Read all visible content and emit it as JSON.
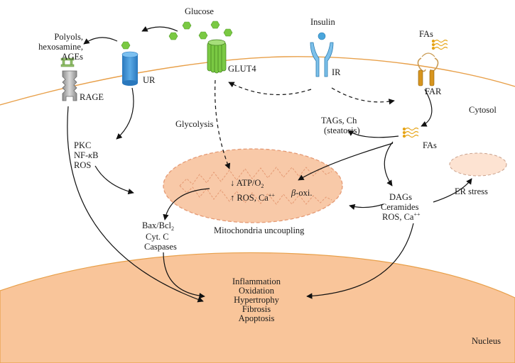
{
  "labels": {
    "glucose": "Glucose",
    "insulin": "Insulin",
    "fas_top": "FAs",
    "polyols": "Polyols,",
    "hexosamine": "hexosamine,",
    "ages": "AGEs",
    "rage": "RAGE",
    "ur": "UR",
    "glut4": "GLUT4",
    "ir": "IR",
    "far": "FAR",
    "cytosol": "Cytosol",
    "tags_ch": "TAGs, Ch",
    "steatosis": "(steatosis)",
    "fas_mid": "FAs",
    "glycolysis": "Glycolysis",
    "pkc": "PKC",
    "nfkb_prefix": "NF-",
    "nfkb_kappa": "κ",
    "nfkb_suffix": "B",
    "ros_left": "ROS",
    "atp": "ATP/O",
    "atp_sub": "2",
    "ros_ca": "ROS, Ca",
    "ros_ca_sup": "++",
    "beta_oxi_greek": "β",
    "beta_oxi": "-oxi.",
    "mito_uncoupling": "Mitochondria uncoupling",
    "er_stress": "ER stress",
    "dags": "DAGs",
    "ceramides": "Ceramides",
    "ros_ca_right": "ROS, Ca",
    "ros_ca_right_sup": "++",
    "bax": "Bax/Bcl",
    "bax_sub": "2",
    "cytc": "Cyt. C",
    "caspases": "Caspases",
    "nucleus": "Nucleus",
    "outcomes": [
      "Inflammation",
      "Oxidation",
      "Hypertrophy",
      "Fibrosis",
      "Apoptosis"
    ]
  },
  "colors": {
    "membrane": "#e8a04a",
    "nucleus": "#f9c59a",
    "mito_fill": "#f8c9a8",
    "mito_border": "#e59a74",
    "er_fill": "#fde3d2",
    "glucose": "#7ac943",
    "ur": "#3b8ed4",
    "insulin": "#4aa6dc",
    "fas": "#e6a417"
  }
}
